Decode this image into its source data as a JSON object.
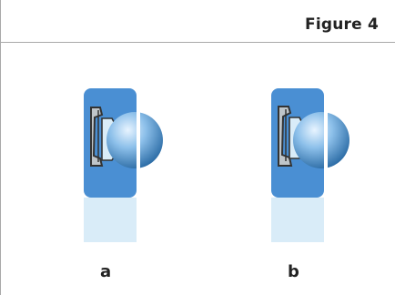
{
  "figure": {
    "title": "Figure 4"
  },
  "panels": [
    {
      "label": "a",
      "seal": "seal-variant-a"
    },
    {
      "label": "b",
      "seal": "seal-variant-b"
    }
  ],
  "colors": {
    "ring_blue": "#4A8FD3",
    "bore_light_blue": "#D9ECF8",
    "seal_gray": "#BFC5C9",
    "rule_gray": "#A9A9A9",
    "ball_highlight": "#E8F4FF",
    "ball_shadow": "#2F6FA8"
  }
}
